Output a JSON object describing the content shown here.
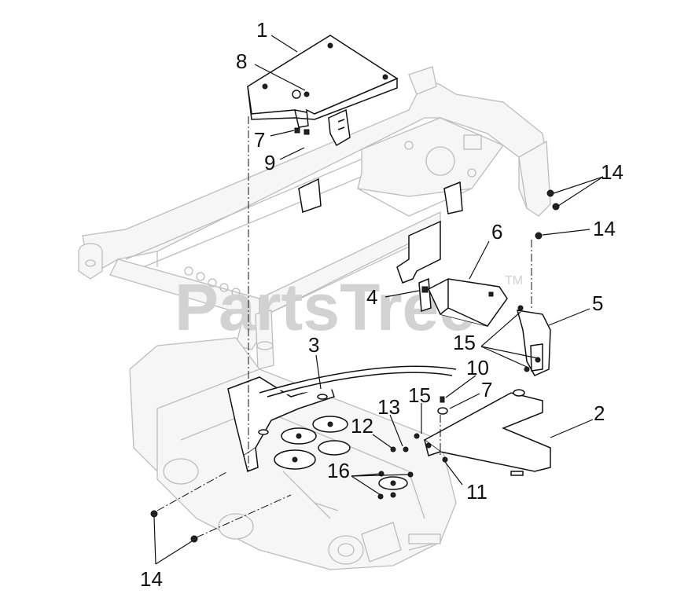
{
  "watermark": {
    "text": "PartsTree",
    "trademark": "TM"
  },
  "callouts": [
    {
      "id": "c1",
      "label": "1"
    },
    {
      "id": "c2",
      "label": "2"
    },
    {
      "id": "c3",
      "label": "3"
    },
    {
      "id": "c4",
      "label": "4"
    },
    {
      "id": "c5",
      "label": "5"
    },
    {
      "id": "c6",
      "label": "6"
    },
    {
      "id": "c7a",
      "label": "7"
    },
    {
      "id": "c7b",
      "label": "7"
    },
    {
      "id": "c8",
      "label": "8"
    },
    {
      "id": "c9",
      "label": "9"
    },
    {
      "id": "c10",
      "label": "10"
    },
    {
      "id": "c11",
      "label": "11"
    },
    {
      "id": "c12",
      "label": "12"
    },
    {
      "id": "c13",
      "label": "13"
    },
    {
      "id": "c14a",
      "label": "14"
    },
    {
      "id": "c14b",
      "label": "14"
    },
    {
      "id": "c14c",
      "label": "14"
    },
    {
      "id": "c15a",
      "label": "15"
    },
    {
      "id": "c15b",
      "label": "15"
    },
    {
      "id": "c16",
      "label": "16"
    }
  ]
}
